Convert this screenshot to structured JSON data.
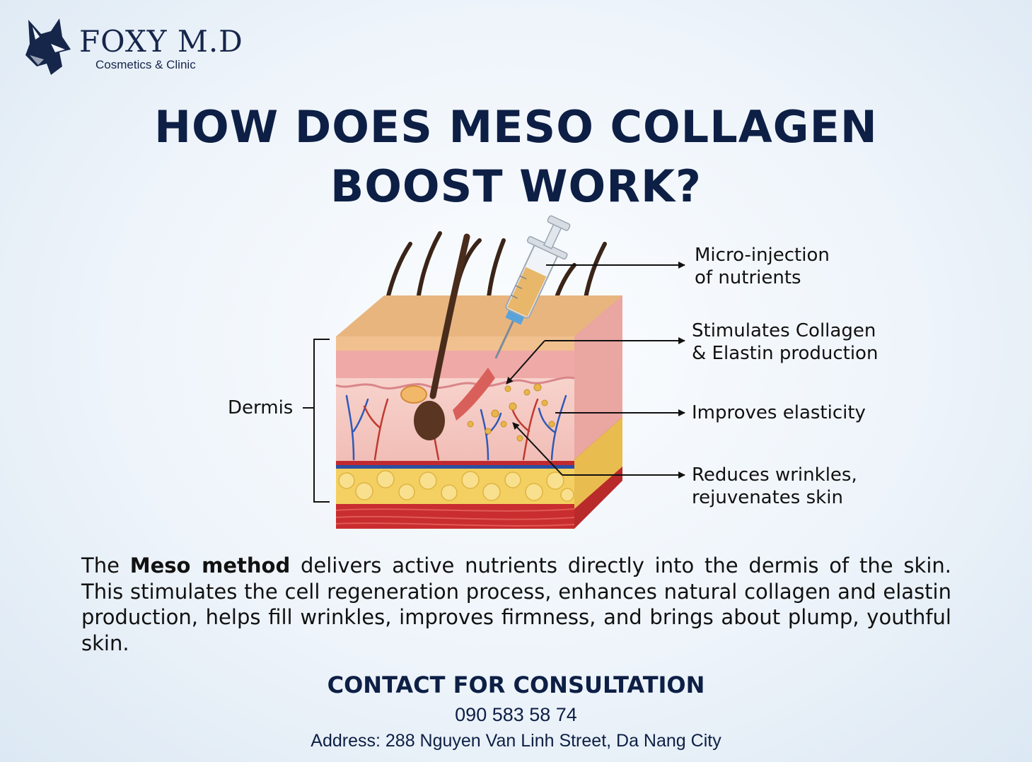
{
  "brand": {
    "name": "FOXY M.D",
    "subtitle": "Cosmetics & Clinic"
  },
  "title": {
    "line1": "HOW DOES MESO COLLAGEN",
    "line2": "BOOST WORK?"
  },
  "diagram": {
    "left_label": "Dermis",
    "callouts": [
      {
        "line1": "Micro-injection",
        "line2": "of nutrients"
      },
      {
        "line1": "Stimulates Collagen",
        "line2": "& Elastin production"
      },
      {
        "line1": "Improves elasticity",
        "line2": ""
      },
      {
        "line1": "Reduces wrinkles,",
        "line2": "rejuvenates skin"
      }
    ]
  },
  "description": {
    "before": "The ",
    "bold": "Meso method",
    "after": " delivers active nutrients directly into the dermis of the skin. This stimulates the cell regeneration process, enhances natural collagen and elastin production, helps fill wrinkles, improves firmness, and brings about plump, youthful skin."
  },
  "contact": {
    "title": "CONTACT FOR CONSULTATION",
    "phone": "090 583 58 74",
    "address": "Address: 288 Nguyen Van Linh Street, Da Nang City"
  },
  "colors": {
    "navy": "#0d1f45",
    "epidermis": "#e9b57f",
    "dermis": "#f4c9c4",
    "fat": "#f3d061",
    "muscle": "#c92d2e"
  },
  "icons": {
    "logo": "fox-head-icon",
    "syringe": "syringe-icon"
  }
}
